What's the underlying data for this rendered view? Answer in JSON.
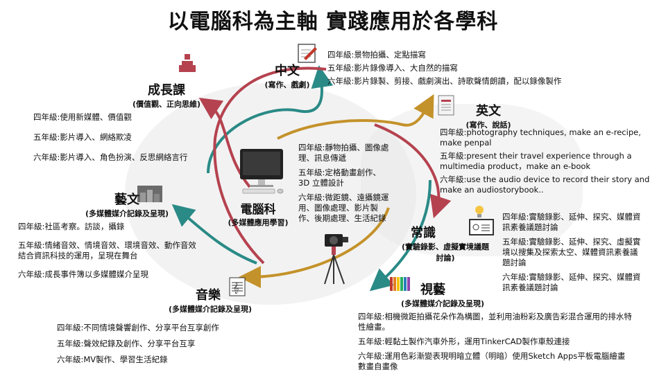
{
  "title": "以電腦科為主軸 實踐應用於各學科",
  "center": {
    "name": "電腦科",
    "sub": "(多媒體應用學習)",
    "lines": [
      "四年級:靜物拍攝、圖像處理、訊息傳遞",
      "五年級:定格動畫創作、3D 立體設計",
      "六年級:微距鏡、遠攝鏡運用、圖像處理、影片製作、後期處理、生活紀錄"
    ]
  },
  "chinese": {
    "name": "中文",
    "sub": "(寫作、戲劇)",
    "lines": [
      "四年級:景物拍攝、定點描寫",
      "五年級:影片錄像導入、大自然的描寫",
      "六年級:影片錄製、剪接、戲劇演出、詩歌聲情朗讀，配以錄像製作"
    ]
  },
  "english": {
    "name": "英文",
    "sub": "(寫作、說話)",
    "lines": [
      "四年級:photography techniques, make an e-recipe, make penpal",
      "五年級:present their travel experience through a multimedia product，make an e-book",
      "六年級:use the audio device to record their story and make an audiostorybook.."
    ]
  },
  "general": {
    "name": "常識",
    "sub": "(實驗錄影、虛擬實境議題討論)",
    "lines": [
      "四年級:實驗錄影、延伸、探究、媒體資訊素養議題討論",
      "五年級:實驗錄影、延伸、探究、虛擬實境以搜集及探索太空、媒體資訊素養議題討論",
      "六年級:實驗錄影、延伸、探究、媒體資訊素養議題討論"
    ]
  },
  "visual": {
    "name": "視藝",
    "sub": "(多媒體媒介記錄及呈現)",
    "lines": [
      "四年級:相機微距拍攝花朵作為構圖，並利用油粉彩及廣告彩混合運用的排水特性繪畫。",
      "五年級:輕黏土製作汽車外形，運用TinkerCAD製作車殼連接",
      "六年級:運用色彩漸變表現明暗立體（明暗）使用Sketch Apps平板電腦繪畫數畫自畫像"
    ]
  },
  "music": {
    "name": "音樂",
    "sub": "(多媒體媒介記錄及呈現)",
    "lines": [
      "四年級:不同情境聲響創作、分享平台互享創作",
      "五年級:聲效紀錄及創作、分享平台互享",
      "六年級:MV製作、學習生活紀錄"
    ]
  },
  "arts": {
    "name": "藝文",
    "sub": "(多媒體媒介記錄及呈現)",
    "lines": [
      "四年級:社區考察。訪談，攝錄",
      "五年級:情緒音效、情境音效、環境音效、動作音效結合資訊科技的運用，呈現在舞台",
      "六年級:成長事件簿以多媒體媒介呈現"
    ]
  },
  "growth": {
    "name": "成長課",
    "sub": "(價值觀、正向思維)",
    "lines": [
      "四年級:使用新媒體、價值觀",
      "五年級:影片導入、網絡欺凌",
      "六年級:影片導入、角色扮演、反思網絡言行"
    ]
  },
  "colors": {
    "teal": "#2a8a86",
    "red": "#b5424f",
    "gold": "#c4922a"
  }
}
